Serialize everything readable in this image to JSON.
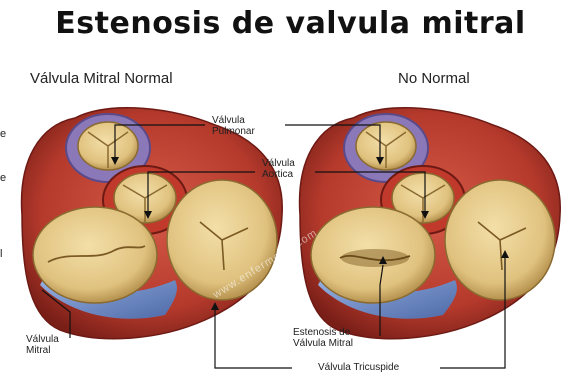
{
  "title": "Estenosis de valvula mitral",
  "left_heading": "Válvula Mitral Normal",
  "right_heading": "No Normal",
  "labels": {
    "pulmonar": "Válvula\nPulmonar",
    "aortica": "Válvula\nAortica",
    "mitral": "Válvula\nMitral",
    "estenosis": "Estenosis de\nVálvula Mitral",
    "tricuspide": "Válvula Tricuspide"
  },
  "watermark": "www.enfermeria.com",
  "edge_letters": [
    "e",
    "e",
    "l"
  ],
  "colors": {
    "tissue": "#b53a2c",
    "tissue_dark": "#7a1f18",
    "leaflet": "#e5c98a",
    "leaflet_dark": "#b79453",
    "blue": "#6e8fc8"
  }
}
